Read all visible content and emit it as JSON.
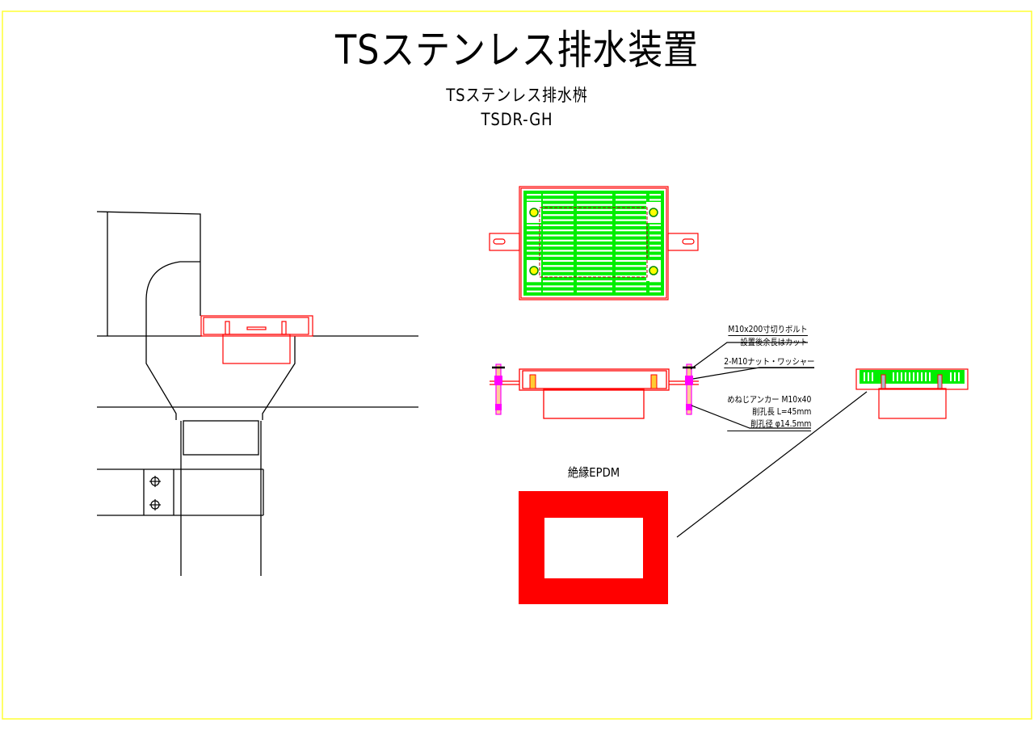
{
  "document": {
    "title": "TSステンレス排水装置",
    "subtitle": "TSステンレス排水桝",
    "model": "TSDR-GH"
  },
  "annotations": {
    "bolt": {
      "line1": "M10x200寸切りボルト",
      "line2": "設置後余長はカット"
    },
    "nut": {
      "line1": "2-M10ナット・ワッシャー"
    },
    "anchor": {
      "line1": "めねじアンカー M10x40",
      "line2": "削孔長 L=45mm",
      "line3": "削孔径 φ14.5mm"
    },
    "gasket": {
      "label": "絶縁EPDM"
    }
  },
  "colors": {
    "frame_border": "#ffff00",
    "outline": "#000000",
    "drain_body": "#ff0000",
    "grating": "#00ff00",
    "bolt": "#ff00ff",
    "bolt_core": "#ffcc99",
    "epdm": "#ff0000",
    "fastener_center": "#ffff00"
  }
}
